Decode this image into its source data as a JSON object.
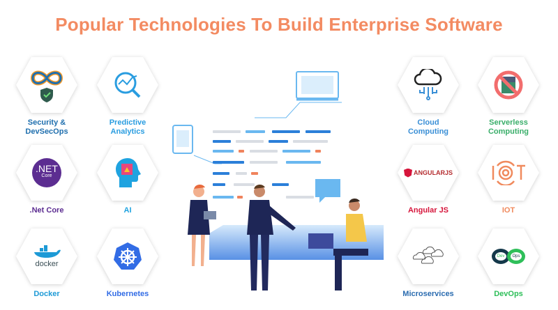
{
  "title": "Popular Technologies To Build Enterprise Software",
  "technologies": [
    {
      "label": "Security & DevSecOps",
      "color": "#1f6fae",
      "icon": "devsecops-shield-icon"
    },
    {
      "label": "Predictive Analytics",
      "color": "#2a9de0",
      "icon": "analytics-magnifier-icon"
    },
    {
      "label": ".Net Core",
      "color": "#5c2d91",
      "icon": "dotnet-core-icon",
      "logo_text": ".NET",
      "logo_sub": "Core"
    },
    {
      "label": "AI",
      "color": "#1fa3e0",
      "icon": "ai-head-chip-icon"
    },
    {
      "label": "Docker",
      "color": "#1d9ad6",
      "icon": "docker-whale-icon",
      "logo_text": "docker"
    },
    {
      "label": "Kubernetes",
      "color": "#326ce5",
      "icon": "kubernetes-wheel-icon"
    },
    {
      "label": "Cloud Computing",
      "color": "#3a8fd6",
      "icon": "cloud-network-icon"
    },
    {
      "label": "Serverless Computing",
      "color": "#3aae6a",
      "icon": "no-server-icon"
    },
    {
      "label": "Angular JS",
      "color": "#d6153b",
      "icon": "angularjs-icon",
      "logo_text": "ANGULARJS"
    },
    {
      "label": "IOT",
      "color": "#f08a5d",
      "icon": "iot-icon",
      "logo_text": "IOT"
    },
    {
      "label": "Microservices",
      "color": "#2b6cb0",
      "icon": "microservices-clouds-icon"
    },
    {
      "label": "DevOps",
      "color": "#2fbf5a",
      "icon": "devops-infinity-icon",
      "logo_a": "Dev",
      "logo_b": "Ops"
    }
  ]
}
